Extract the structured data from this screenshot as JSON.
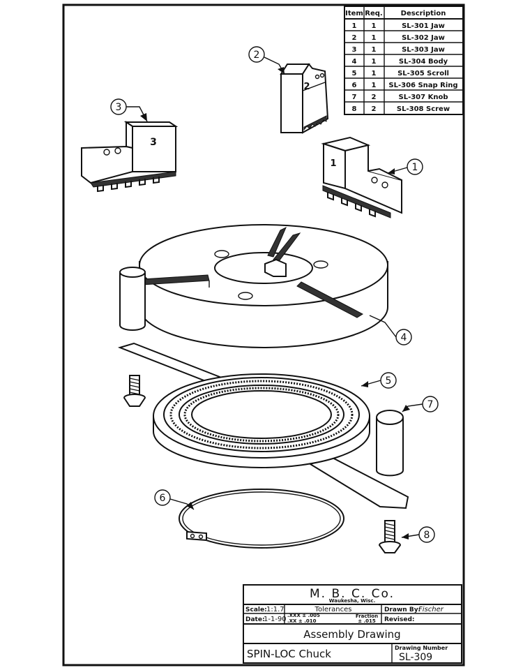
{
  "parts_list": {
    "headers": {
      "item": "Item",
      "req": "Req.",
      "description": "Description"
    },
    "rows": [
      {
        "item": "1",
        "req": "1",
        "description": "SL-301 Jaw"
      },
      {
        "item": "2",
        "req": "1",
        "description": "SL-302 Jaw"
      },
      {
        "item": "3",
        "req": "1",
        "description": "SL-303 Jaw"
      },
      {
        "item": "4",
        "req": "1",
        "description": "SL-304 Body"
      },
      {
        "item": "5",
        "req": "1",
        "description": "SL-305 Scroll"
      },
      {
        "item": "6",
        "req": "1",
        "description": "SL-306 Snap Ring"
      },
      {
        "item": "7",
        "req": "2",
        "description": "SL-307 Knob"
      },
      {
        "item": "8",
        "req": "2",
        "description": "SL-308 Screw"
      }
    ]
  },
  "callouts": {
    "c1": "1",
    "c2": "2",
    "c3": "3",
    "c4": "4",
    "c5": "5",
    "c6": "6",
    "c7": "7",
    "c8": "8"
  },
  "part_marks": {
    "jaw1": "1",
    "jaw2": "2",
    "jaw3": "3"
  },
  "title_block": {
    "company": "M. B. C. Co.",
    "location": "Waukesha, Wisc.",
    "scale_label": "Scale:",
    "scale": "1:1.7",
    "date_label": "Date:",
    "date": "1-1-90",
    "tolerances_label": "Tolerances",
    "tol_xxx": ".XXX ± .005",
    "tol_xx": ".XX ± .010",
    "fraction_label": "Fraction",
    "fraction_tol": "± .015",
    "drawn_by_label": "Drawn By:",
    "drawn_by": "Fischer",
    "revised_label": "Revised:",
    "drawing_type": "Assembly Drawing",
    "part_name": "SPIN-LOC Chuck",
    "drawing_number_label": "Drawing Number",
    "drawing_number": "SL-309"
  }
}
